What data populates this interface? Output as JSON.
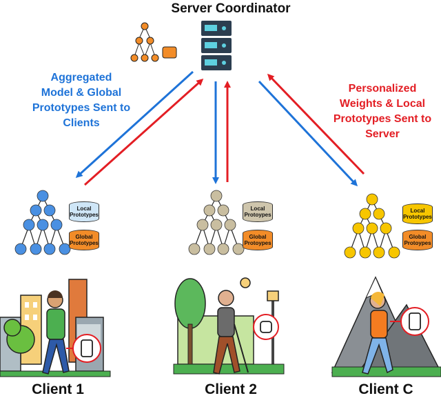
{
  "title": "Server Coordinator",
  "labels": {
    "down": [
      "Aggregated",
      "Model & Global",
      "Prototypes Sent to",
      "Clients"
    ],
    "up": [
      "Personalized",
      "Weights & Local",
      "Prototypes Sent to",
      "Server"
    ]
  },
  "clients": [
    {
      "name": "Client 1",
      "color": "#4a90e2",
      "db_color": "#cfe6f7",
      "db2_color": "#f28c28",
      "local": "Local Prototypes",
      "global": "Global Prototypes"
    },
    {
      "name": "Client 2",
      "color": "#c9bea0",
      "db_color": "#cfc6ad",
      "db2_color": "#f28c28",
      "local": "Local Protoypes",
      "global": "Global Protoypes"
    },
    {
      "name": "Client C",
      "color": "#f7c600",
      "db_color": "#f7c600",
      "db2_color": "#f28c28",
      "local": "Local Prototypes",
      "global": "Global Protoypes"
    }
  ],
  "colors": {
    "down_arrow": "#1e73d8",
    "up_arrow": "#e31e24",
    "server": "#2c3e50",
    "server_led": "#5ed0e0",
    "server_tree": "#f28c28"
  }
}
